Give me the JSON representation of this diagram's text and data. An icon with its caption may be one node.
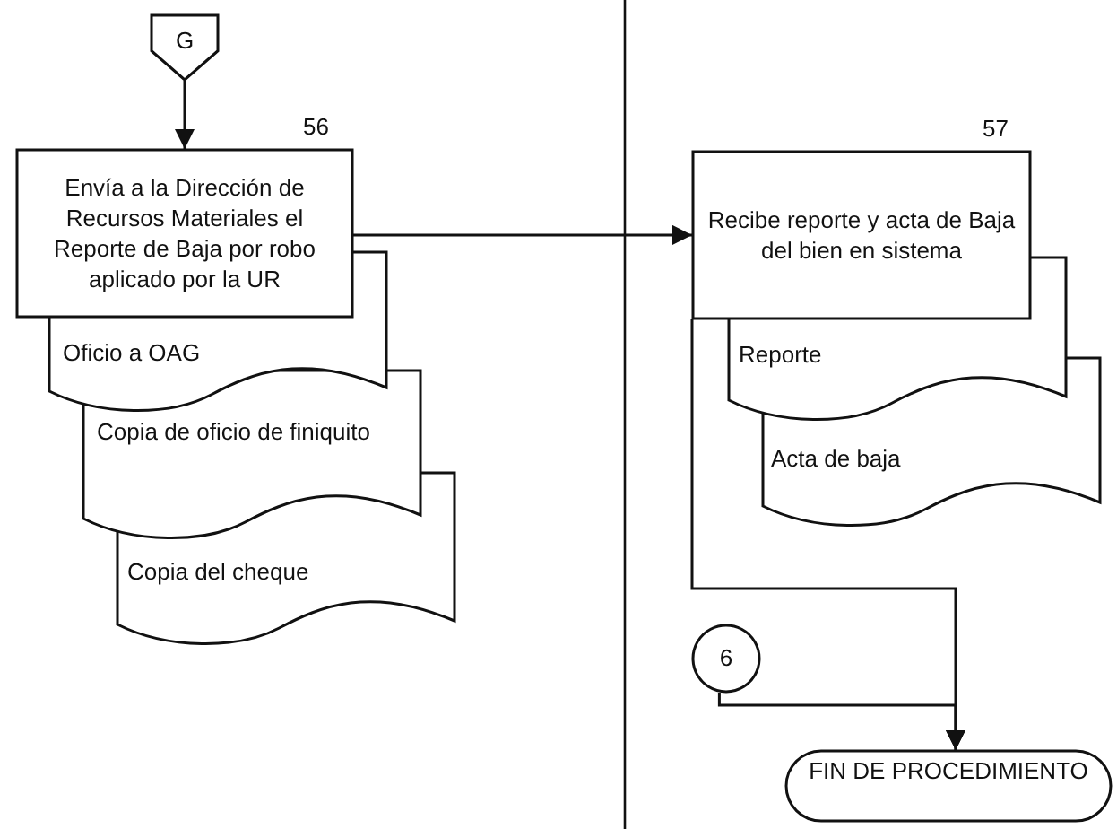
{
  "diagram": {
    "nodes": [
      {
        "text": [
          "G"
        ]
      },
      {
        "text": [
          "Envía a la Dirección de Recursos Materiales el Reporte de Baja por robo aplicado por la UR"
        ],
        "beside": [
          "56"
        ]
      },
      {
        "text": [
          "Oficio a OAG"
        ]
      },
      {
        "text": [
          "Copia de oficio de finiquito"
        ]
      },
      {
        "text": [
          "Copia del cheque"
        ]
      },
      {
        "text": [
          "Recibe reporte y acta de Baja del bien en sistema"
        ],
        "beside": [
          "57"
        ]
      },
      {
        "text": [
          "Reporte"
        ]
      },
      {
        "text": [
          "Acta de baja"
        ]
      },
      {
        "text": [
          "6"
        ]
      },
      {
        "text": [
          "FIN DE PROCEDIMIENTO"
        ]
      }
    ],
    "edges": [
      {
        "from": 0,
        "to": 1,
        "arrow": "to"
      },
      {
        "from": 1,
        "to": 5,
        "arrow": "to"
      },
      {
        "from": 5,
        "to": 9,
        "arrow": "to"
      },
      {
        "from": 8,
        "to": 9,
        "arrow": "to"
      }
    ]
  }
}
